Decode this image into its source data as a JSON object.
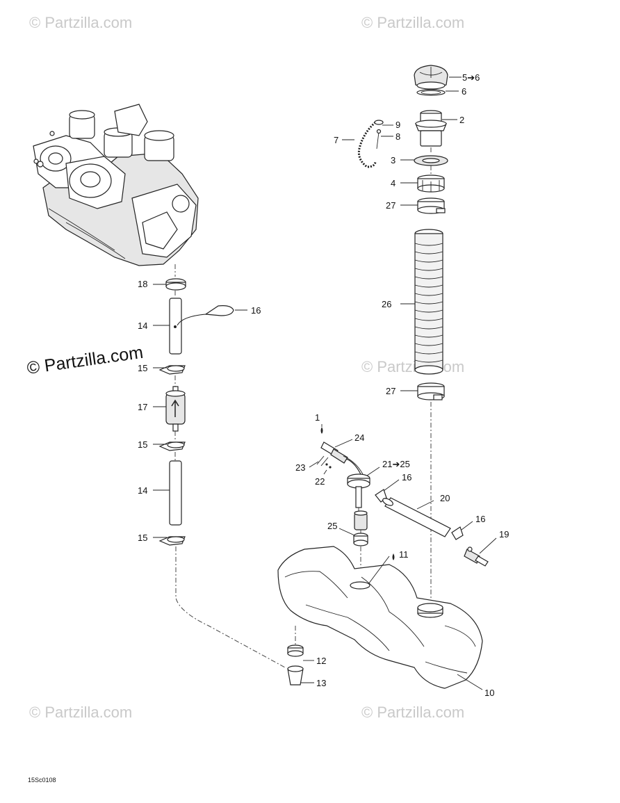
{
  "watermarks": [
    "© Partzilla.com",
    "© Partzilla.com",
    "© Partzilla.com",
    "© Partzilla.com",
    "© Partzilla.com",
    "© Partzilla.com"
  ],
  "main_watermark": "© Partzilla.com",
  "diagram_code": "15Sc0108",
  "callouts": {
    "c1": "1",
    "c2": "2",
    "c3": "3",
    "c4": "4",
    "c5": "5➔6",
    "c6": "6",
    "c7": "7",
    "c8": "8",
    "c9": "9",
    "c10": "10",
    "c11": "11",
    "c12": "12",
    "c13": "13",
    "c14a": "14",
    "c14b": "14",
    "c15a": "15",
    "c15b": "15",
    "c15c": "15",
    "c16a": "16",
    "c16b": "16",
    "c16c": "16",
    "c17": "17",
    "c18": "18",
    "c19": "19",
    "c20": "20",
    "c21": "21➔25",
    "c22": "22",
    "c23": "23",
    "c24": "24",
    "c25": "25",
    "c26": "26",
    "c27a": "27",
    "c27b": "27"
  },
  "icons": [
    "engine-icon",
    "fuel-tank-icon",
    "filler-cap-icon",
    "bellows-hose-icon",
    "fuel-filter-icon",
    "drop-icon"
  ]
}
